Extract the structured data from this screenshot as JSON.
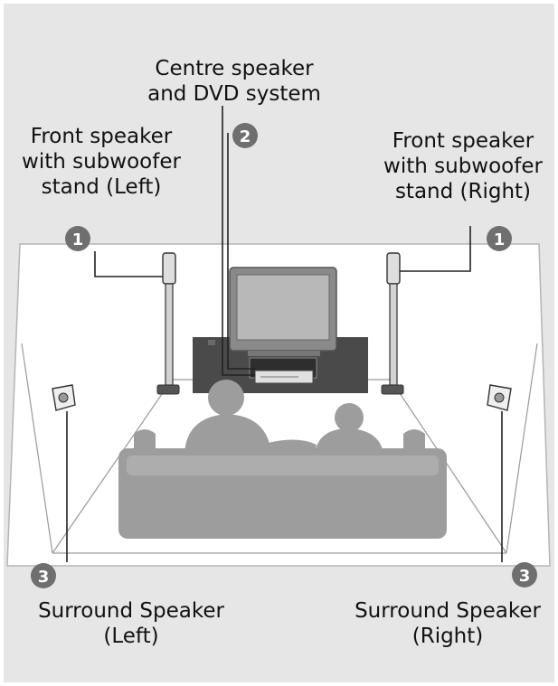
{
  "labels": {
    "centre": [
      "Centre speaker",
      "and DVD system"
    ],
    "front_left": [
      "Front speaker",
      "with subwoofer",
      "stand (Left)"
    ],
    "front_right": [
      "Front speaker",
      "with subwoofer",
      "stand (Right)"
    ],
    "surround_left": [
      "Surround Speaker",
      "(Left)"
    ],
    "surround_right": [
      "Surround Speaker",
      "(Right)"
    ]
  },
  "badges": {
    "front_left": "1",
    "front_right": "1",
    "centre": "2",
    "surround_left": "3",
    "surround_right": "3"
  },
  "colors": {
    "panel": "#e6e6e6",
    "room_floor": "#ffffff",
    "badge": "#6f6f6f",
    "silhouette": "#9d9d9d",
    "dark_furniture": "#4a4a4a",
    "line": "#222222"
  }
}
